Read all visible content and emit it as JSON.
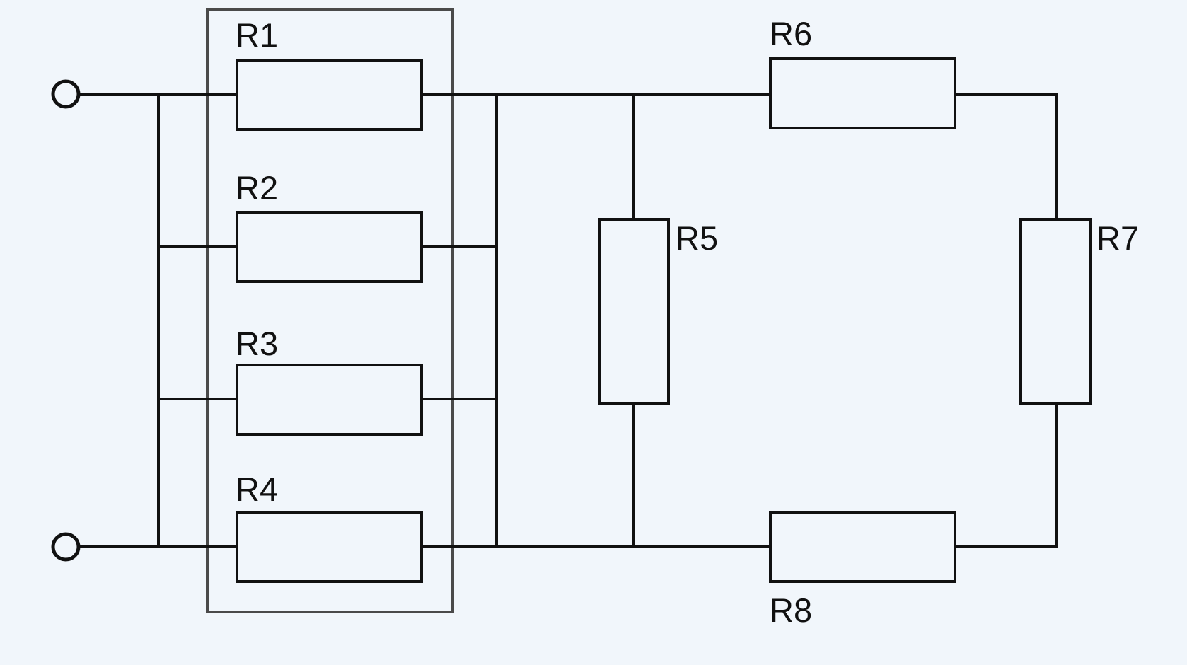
{
  "colors": {
    "background": "#f1f6fb",
    "wire": "#111111",
    "group_box": "#4a4a4a"
  },
  "resistors": {
    "r1": {
      "label": "R1"
    },
    "r2": {
      "label": "R2"
    },
    "r3": {
      "label": "R3"
    },
    "r4": {
      "label": "R4"
    },
    "r5": {
      "label": "R5"
    },
    "r6": {
      "label": "R6"
    },
    "r7": {
      "label": "R7"
    },
    "r8": {
      "label": "R8"
    }
  }
}
